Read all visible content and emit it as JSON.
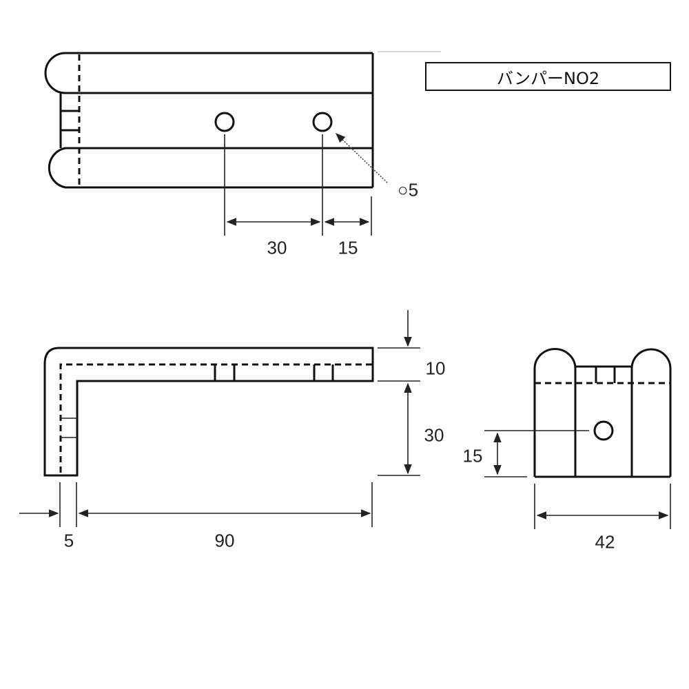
{
  "title": "バンパーNO2",
  "top_view": {
    "hole_label": "○5",
    "dim_hole_spacing": "30",
    "dim_hole_to_end": "15"
  },
  "side_view": {
    "dim_thickness": "10",
    "dim_height": "30",
    "dim_wall": "5",
    "dim_length": "90"
  },
  "front_view": {
    "dim_hole_height": "15",
    "dim_width": "42"
  },
  "colors": {
    "line": "#111111",
    "background": "#ffffff"
  }
}
